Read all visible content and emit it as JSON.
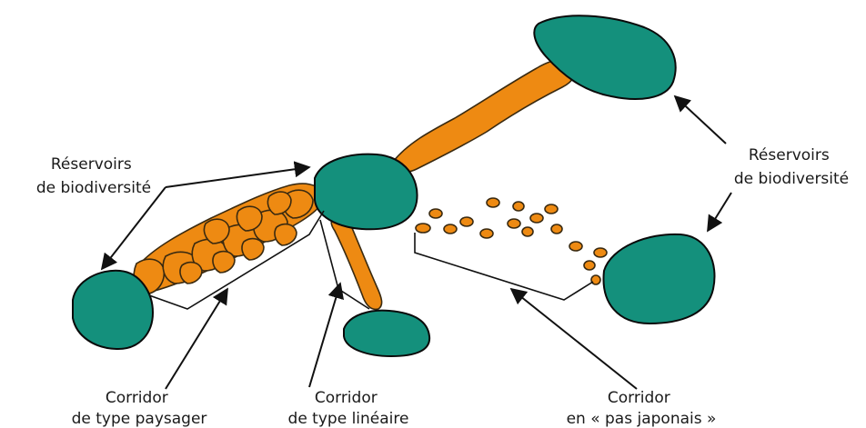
{
  "labels": {
    "reservoirs_left": [
      "Réservoirs",
      "de biodiversité"
    ],
    "reservoirs_right": [
      "Réservoirs",
      "de biodiversité"
    ],
    "corridor_paysager": [
      "Corridor",
      "de type paysager"
    ],
    "corridor_lineaire": [
      "Corridor",
      "de type linéaire"
    ],
    "corridor_pas_japonais": [
      "Corridor",
      "en « pas japonais »"
    ]
  },
  "colors": {
    "reservoir": "#14907c",
    "corridor": "#ee8a12",
    "outline": "#0a0a0a"
  }
}
